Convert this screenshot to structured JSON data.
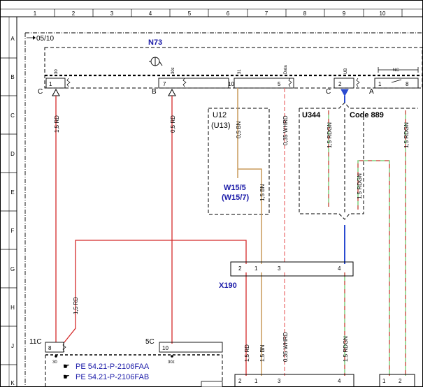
{
  "grid": {
    "columns": [
      "1",
      "2",
      "3",
      "4",
      "5",
      "6",
      "7",
      "8",
      "9",
      "10"
    ],
    "rows": [
      "A",
      "B",
      "C",
      "D",
      "E",
      "F",
      "G",
      "H",
      "J",
      "K"
    ]
  },
  "frame_ref": "05/10",
  "components": {
    "n73": "N73",
    "x190": "X190",
    "u12": "U12",
    "u13": "(U13)",
    "w15_5": "W15/5",
    "w15_7": "(W15/7)",
    "u344": "U344",
    "code889": "Code 889"
  },
  "connectors": {
    "c_left": "C",
    "b_left": "B",
    "c_right": "C",
    "a_right": "A",
    "c11": "11C",
    "c5": "5C"
  },
  "pins": {
    "p1": "1",
    "p7": "7",
    "p10": "10",
    "p5": "5",
    "p2": "2",
    "p1b": "1",
    "p8": "8",
    "g2": "2",
    "g1": "1",
    "g3": "3",
    "g4": "4",
    "j8": "8",
    "j10": "10",
    "k2": "2",
    "k1": "1",
    "k3": "3",
    "k4": "4",
    "k1r": "1",
    "k2r": "2"
  },
  "signals": {
    "s30": "30",
    "s30z": "30z",
    "s31": "31",
    "data": "Data",
    "ub": "UB",
    "nc": "NC",
    "b30": "30",
    "b30z": "30z"
  },
  "wires": {
    "rd1": "1,5 RD",
    "rd2": "0,5 RD",
    "bn1": "0,5 BN",
    "whrd1": "0,35 WHRD",
    "rdgn1": "1,5 RDGN",
    "rdgn2": "1,5 RDGN",
    "rdgn3": "1,5 RDGN",
    "bn2": "1,5 BN",
    "rd3": "1,5 RD",
    "rd4": "1,5 RD",
    "bn3": "1,5 BN",
    "whrd2": "0,35 WHRD",
    "rdgn4": "1,5 RDGN"
  },
  "references": [
    "PE 54.21-P-2106FAA",
    "PE 54.21-P-2106FAB"
  ],
  "colors": {
    "red": "#d42a2a",
    "brown": "#c89a5a",
    "blue": "#1a1aa8",
    "green": "#7fd07f",
    "wire_blue": "#2a4ad0"
  }
}
